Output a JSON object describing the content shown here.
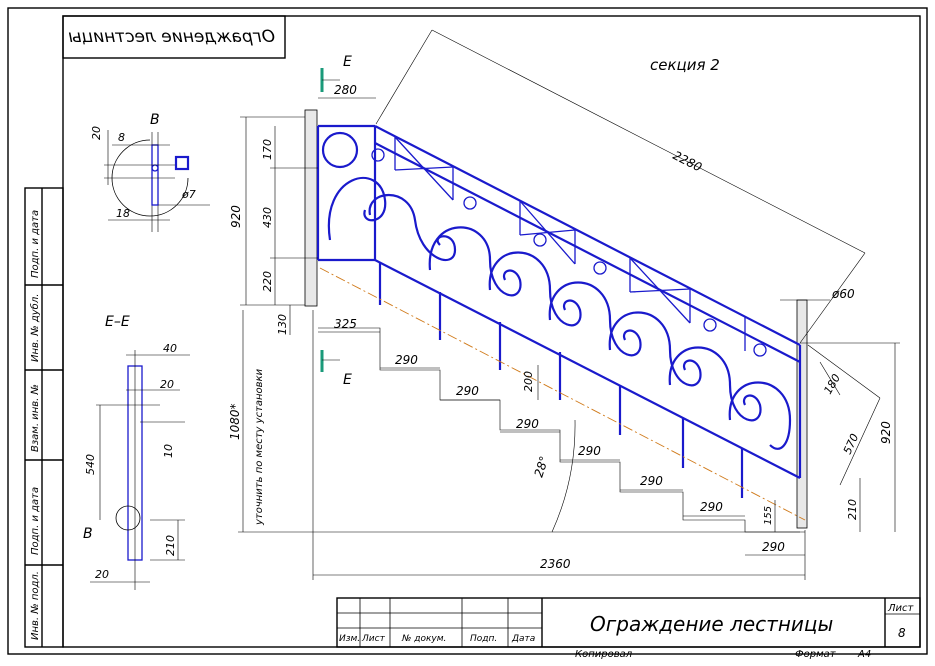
{
  "stamp_title": "Ограждение лестницы",
  "stamp_title_mirrored": "Ограждение лестницы",
  "sheet_label": "Лист",
  "sheet_number": "8",
  "copied_label": "Копировал",
  "format_label": "Формат",
  "format_value": "A4",
  "stamp_columns": [
    "Изм.",
    "Лист",
    "№ докум.",
    "Подп.",
    "Дата"
  ],
  "side_labels": [
    "Инв. № подл.",
    "Подп. и дата",
    "Взам. инв. №",
    "Инв. № дубл.",
    "Подп. и дата"
  ],
  "section_title": "секция 2",
  "view_b_label": "B",
  "view_b_callout": "B",
  "view_ee_label": "E–E",
  "cut_label_top": "E",
  "cut_label_bottom": "E",
  "vertical_note": "уточнить по месту установки",
  "dims": {
    "top_280": "280",
    "diag_2280": "2280",
    "v_920": "920",
    "v_170": "170",
    "v_430": "430",
    "v_220": "220",
    "v_130": "130",
    "v_1080": "1080*",
    "phi60": "ø60",
    "d_325": "325",
    "steps": [
      "290",
      "290",
      "290",
      "290",
      "290",
      "290",
      "290"
    ],
    "v_200": "200",
    "angle_28": "28°",
    "d_180": "180",
    "d_570": "570",
    "r_920": "920",
    "r_210": "210",
    "d_155": "155",
    "bottom_2360": "2360",
    "b_20": "20",
    "b_8": "8",
    "b_18": "18",
    "b_phi7": "ø7",
    "e_40": "40",
    "e_20a": "20",
    "e_540": "540",
    "e_10": "10",
    "e_210": "210",
    "e_20b": "20"
  },
  "colors": {
    "frame": "#000000",
    "railing": "#1a1acc",
    "axis": "#d07a1a",
    "cut_marker": "#1a9a7a"
  }
}
